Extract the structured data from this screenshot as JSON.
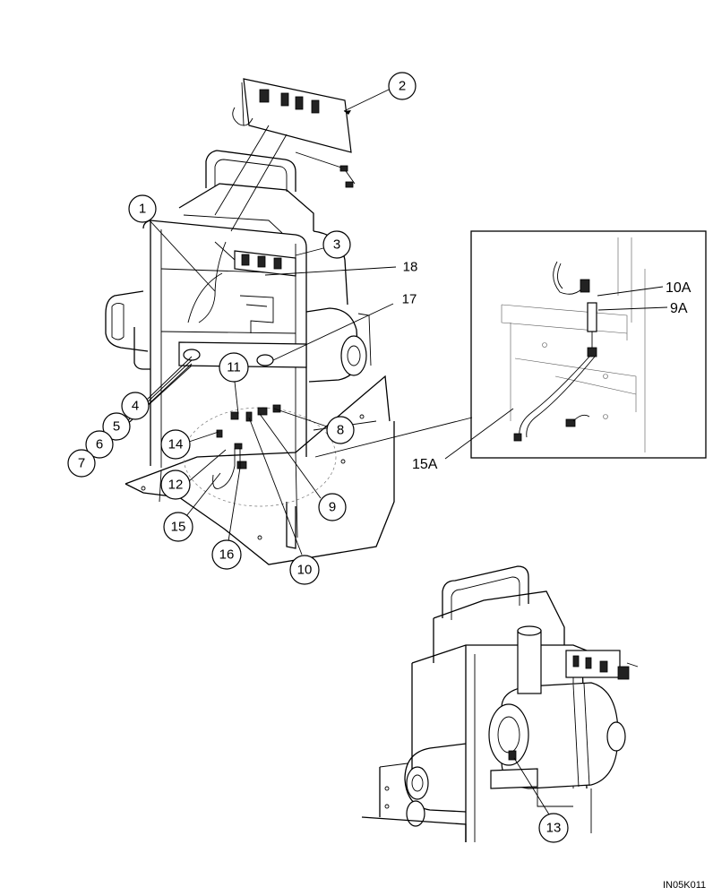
{
  "callouts": [
    {
      "id": "c1",
      "label": "1"
    },
    {
      "id": "c2",
      "label": "2"
    },
    {
      "id": "c3",
      "label": "3"
    },
    {
      "id": "c4",
      "label": "4"
    },
    {
      "id": "c5",
      "label": "5"
    },
    {
      "id": "c6",
      "label": "6"
    },
    {
      "id": "c7",
      "label": "7"
    },
    {
      "id": "c8",
      "label": "8"
    },
    {
      "id": "c9",
      "label": "9"
    },
    {
      "id": "c10",
      "label": "10"
    },
    {
      "id": "c11",
      "label": "11"
    },
    {
      "id": "c12",
      "label": "12"
    },
    {
      "id": "c13",
      "label": "13"
    },
    {
      "id": "c14",
      "label": "14"
    },
    {
      "id": "c15",
      "label": "15"
    },
    {
      "id": "c16",
      "label": "16"
    },
    {
      "id": "c17",
      "label": "17"
    },
    {
      "id": "c18",
      "label": "18"
    }
  ],
  "detail_labels": {
    "l10a": "10A",
    "l9a": "9A",
    "l15a": "15A"
  },
  "document_code": "IN05K011"
}
